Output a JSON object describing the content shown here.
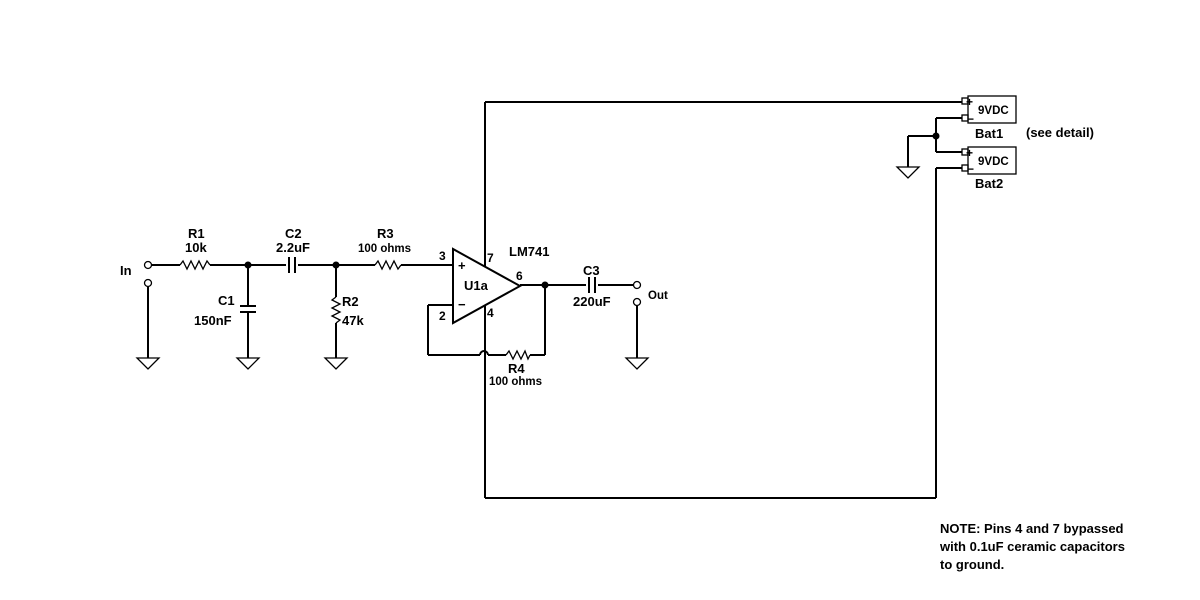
{
  "components": {
    "r1": {
      "ref": "R1",
      "value": "10k"
    },
    "r2": {
      "ref": "R2",
      "value": "47k"
    },
    "r3": {
      "ref": "R3",
      "value": "100 ohms"
    },
    "r4": {
      "ref": "R4",
      "value": "100 ohms"
    },
    "c1": {
      "ref": "C1",
      "value": "150nF"
    },
    "c2": {
      "ref": "C2",
      "value": "2.2uF"
    },
    "c3": {
      "ref": "C3",
      "value": "220uF"
    },
    "opamp": {
      "ref": "U1a",
      "part": "LM741",
      "pin_plus": "3",
      "pin_minus": "2",
      "pin_out": "6",
      "pin_vplus": "7",
      "pin_vminus": "4",
      "sym_plus": "+",
      "sym_minus": "−"
    },
    "bat1": {
      "ref": "Bat1",
      "value": "9VDC",
      "plus": "+",
      "minus": "−"
    },
    "bat2": {
      "ref": "Bat2",
      "value": "9VDC",
      "plus": "+",
      "minus": "−"
    }
  },
  "terminals": {
    "input": "In",
    "output": "Out"
  },
  "annotations": {
    "see_detail": "(see detail)"
  },
  "note": {
    "line1": "NOTE: Pins 4 and 7 bypassed",
    "line2": "with 0.1uF ceramic capacitors",
    "line3": "to ground."
  }
}
